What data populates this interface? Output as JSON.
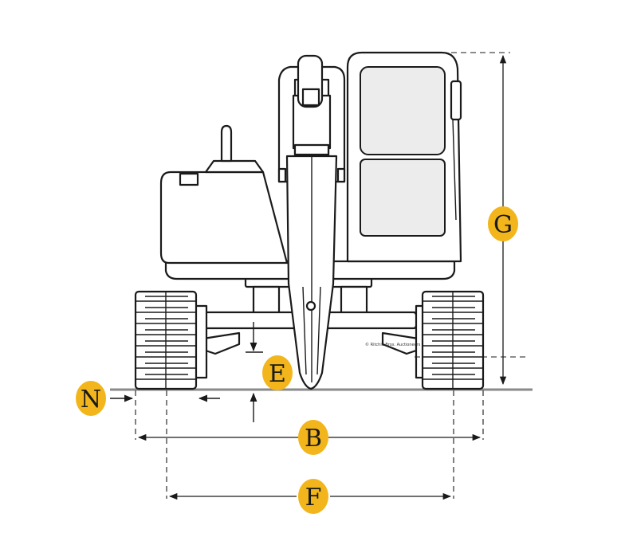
{
  "diagram": {
    "labels": {
      "G": "G",
      "E": "E",
      "N": "N",
      "B": "B",
      "F": "F"
    },
    "copyright": "© Ritchie Bros. Auctioneers",
    "badge_color": "#f2b51c",
    "line_color": "#1a1a1a",
    "ground_color": "#8a8a8a"
  }
}
